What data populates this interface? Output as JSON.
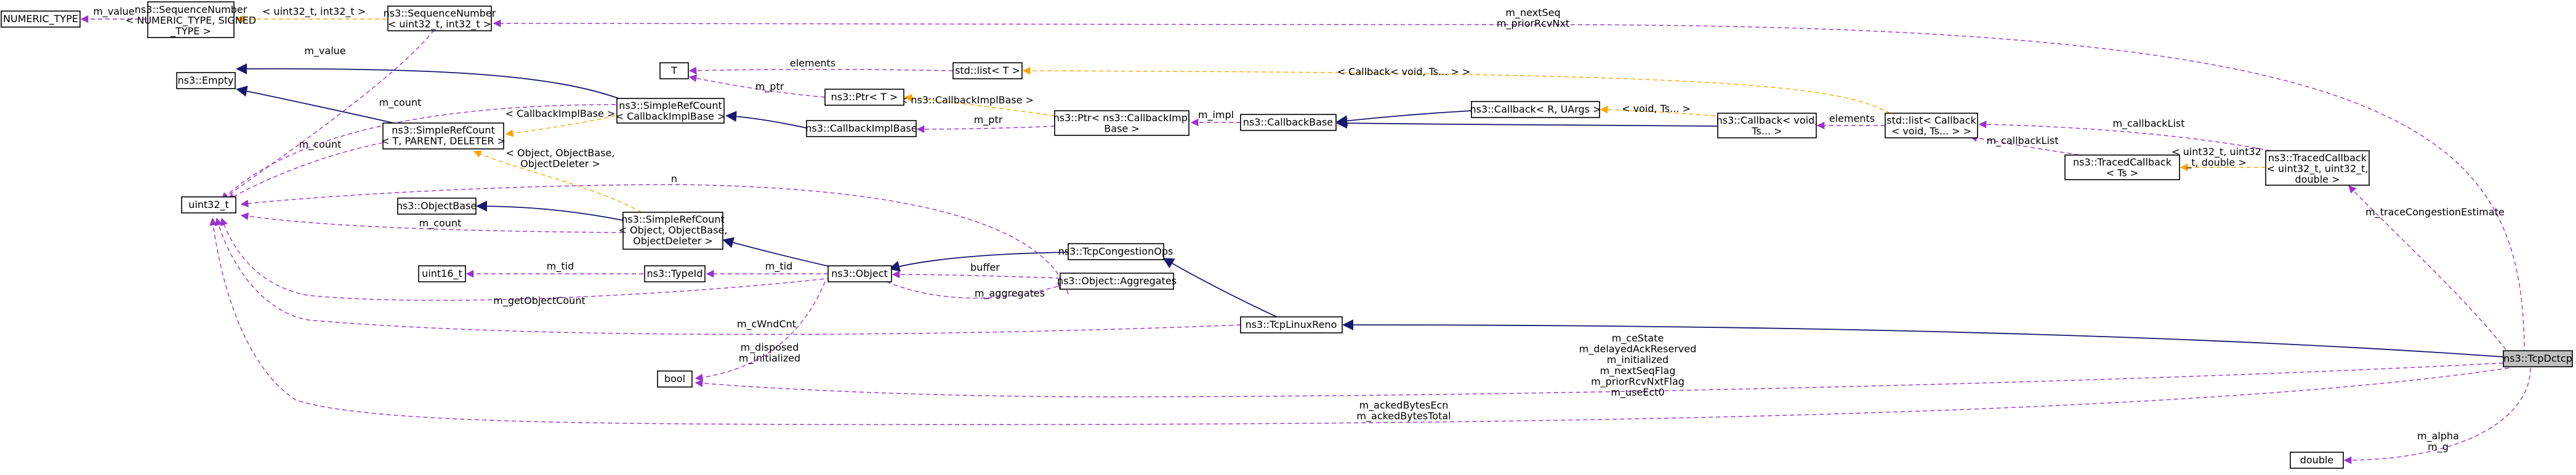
{
  "diagram": {
    "nodes": {
      "numeric_type": {
        "lines": [
          "NUMERIC_TYPE"
        ]
      },
      "sequence_number_generic": {
        "lines": [
          "ns3::SequenceNumber",
          "< NUMERIC_TYPE, SIGNED",
          "_TYPE >"
        ]
      },
      "sequence_number_u32": {
        "lines": [
          "ns3::SequenceNumber",
          "< uint32_t, int32_t >"
        ]
      },
      "empty": {
        "lines": [
          "ns3::Empty"
        ]
      },
      "uint32": {
        "lines": [
          "uint32_t"
        ]
      },
      "simple_ref_count_generic": {
        "lines": [
          "ns3::SimpleRefCount",
          "< T, PARENT, DELETER >"
        ]
      },
      "simple_ref_count_callback": {
        "lines": [
          "ns3::SimpleRefCount",
          "< CallbackImplBase >"
        ]
      },
      "object_base": {
        "lines": [
          "ns3::ObjectBase"
        ]
      },
      "simple_ref_count_object": {
        "lines": [
          "ns3::SimpleRefCount",
          "< Object, ObjectBase,",
          "ObjectDeleter >"
        ]
      },
      "uint16": {
        "lines": [
          "uint16_t"
        ]
      },
      "type_id": {
        "lines": [
          "ns3::TypeId"
        ]
      },
      "object": {
        "lines": [
          "ns3::Object"
        ]
      },
      "bool": {
        "lines": [
          "bool"
        ]
      },
      "t": {
        "lines": [
          "T"
        ]
      },
      "ptr_t": {
        "lines": [
          "ns3::Ptr< T >"
        ]
      },
      "callback_impl_base": {
        "lines": [
          "ns3::CallbackImplBase"
        ]
      },
      "std_list_t": {
        "lines": [
          "std::list< T >"
        ]
      },
      "ptr_callback_impl": {
        "lines": [
          "ns3::Ptr< ns3::CallbackImpl",
          "Base >"
        ]
      },
      "callback_base": {
        "lines": [
          "ns3::CallbackBase"
        ]
      },
      "callback_r_uargs": {
        "lines": [
          "ns3::Callback< R, UArgs >"
        ]
      },
      "callback_void_ts": {
        "lines": [
          "ns3::Callback< void,",
          "Ts... >"
        ]
      },
      "std_list_callback": {
        "lines": [
          "std::list< Callback",
          "< void, Ts... > >"
        ]
      },
      "traced_callback_ts": {
        "lines": [
          "ns3::TracedCallback",
          "< Ts >"
        ]
      },
      "traced_callback_u32": {
        "lines": [
          "ns3::TracedCallback",
          "< uint32_t, uint32_t,",
          "double >"
        ]
      },
      "tcp_congestion_ops": {
        "lines": [
          "ns3::TcpCongestionOps"
        ]
      },
      "object_aggregates": {
        "lines": [
          "ns3::Object::Aggregates"
        ]
      },
      "tcp_linux_reno": {
        "lines": [
          "ns3::TcpLinuxReno"
        ]
      },
      "tcp_dctcp": {
        "lines": [
          "ns3::TcpDctcp"
        ]
      },
      "double": {
        "lines": [
          "double"
        ]
      }
    },
    "edges": {
      "m_value_numeric": {
        "lines": [
          "m_value"
        ]
      },
      "seq_template": {
        "lines": [
          "< uint32_t, int32_t >"
        ]
      },
      "m_value_seq": {
        "lines": [
          "m_value"
        ]
      },
      "m_nextseq": {
        "lines": [
          "m_nextSeq",
          "m_priorRcvNxt"
        ]
      },
      "m_count_callback": {
        "lines": [
          "m_count"
        ]
      },
      "m_count_generic": {
        "lines": [
          "m_count"
        ]
      },
      "m_count_object": {
        "lines": [
          "m_count"
        ]
      },
      "callbackimplbase_template": {
        "lines": [
          "< CallbackImplBase >"
        ]
      },
      "object_template": {
        "lines": [
          "< Object, ObjectBase,",
          "ObjectDeleter >"
        ]
      },
      "elements_t": {
        "lines": [
          "elements"
        ]
      },
      "m_ptr_t": {
        "lines": [
          "m_ptr"
        ]
      },
      "ptr_template": {
        "lines": [
          "< ns3::CallbackImplBase >"
        ]
      },
      "m_ptr_impl": {
        "lines": [
          "m_ptr"
        ]
      },
      "m_impl": {
        "lines": [
          "m_impl"
        ]
      },
      "callback_void_template": {
        "lines": [
          "< void, Ts... >"
        ]
      },
      "list_template": {
        "lines": [
          "< Callback< void, Ts... > >"
        ]
      },
      "elements_callback": {
        "lines": [
          "elements"
        ]
      },
      "m_callbacklist_ts": {
        "lines": [
          "m_callbackList"
        ]
      },
      "m_callbacklist_u32": {
        "lines": [
          "m_callbackList"
        ]
      },
      "traced_template": {
        "lines": [
          "< uint32_t, uint32",
          "_t, double >"
        ]
      },
      "m_traceCongestion": {
        "lines": [
          "m_traceCongestionEstimate"
        ]
      },
      "n_label": {
        "lines": [
          "n"
        ]
      },
      "m_tid": {
        "lines": [
          "m_tid"
        ]
      },
      "m_tid_uint16": {
        "lines": [
          "m_tid"
        ]
      },
      "buffer": {
        "lines": [
          "buffer"
        ]
      },
      "m_aggregates": {
        "lines": [
          "m_aggregates"
        ]
      },
      "m_getObjectCount": {
        "lines": [
          "m_getObjectCount"
        ]
      },
      "m_cWndCnt": {
        "lines": [
          "m_cWndCnt"
        ]
      },
      "m_disposed": {
        "lines": [
          "m_disposed",
          "m_initialized"
        ]
      },
      "m_ceState": {
        "lines": [
          "m_ceState",
          "m_delayedAckReserved",
          "m_initialized",
          "m_nextSeqFlag",
          "m_priorRcvNxtFlag",
          "m_useEct0"
        ]
      },
      "m_ackedBytes": {
        "lines": [
          "m_ackedBytesEcn",
          "m_ackedBytesTotal"
        ]
      },
      "m_alpha": {
        "lines": [
          "m_alpha",
          "m_g"
        ]
      }
    }
  }
}
